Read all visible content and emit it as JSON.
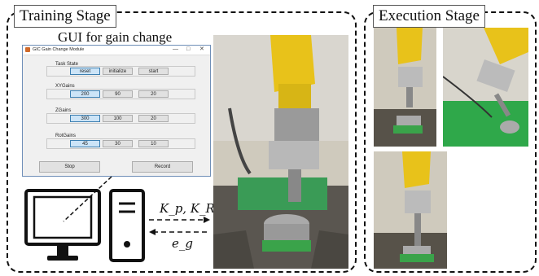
{
  "training": {
    "stage_label": "Training Stage",
    "gui_caption": "GUI for gain change",
    "gui": {
      "window_title": "GIC Gain Change Module",
      "window_controls": [
        "—",
        "□",
        "✕"
      ],
      "task_state": {
        "label": "Task State",
        "buttons": [
          "reset",
          "initialize",
          "start"
        ],
        "active_index": 0
      },
      "xy_gains": {
        "label": "XYGains",
        "buttons": [
          "200",
          "90",
          "20"
        ],
        "active_index": 0
      },
      "z_gains": {
        "label": "ZGains",
        "buttons": [
          "300",
          "100",
          "20"
        ],
        "active_index": 0
      },
      "rot_gains": {
        "label": "RotGains",
        "buttons": [
          "45",
          "30",
          "10"
        ],
        "active_index": 0
      },
      "stop_label": "Stop",
      "record_label": "Record"
    },
    "arrow_forward_label": "K_p, K_R",
    "arrow_backward_label": "e_g"
  },
  "execution": {
    "stage_label": "Execution Stage"
  },
  "colors": {
    "robot_yellow": "#e8c21a",
    "mat_green": "#3aa34a",
    "active_button": "#cce4f7"
  }
}
